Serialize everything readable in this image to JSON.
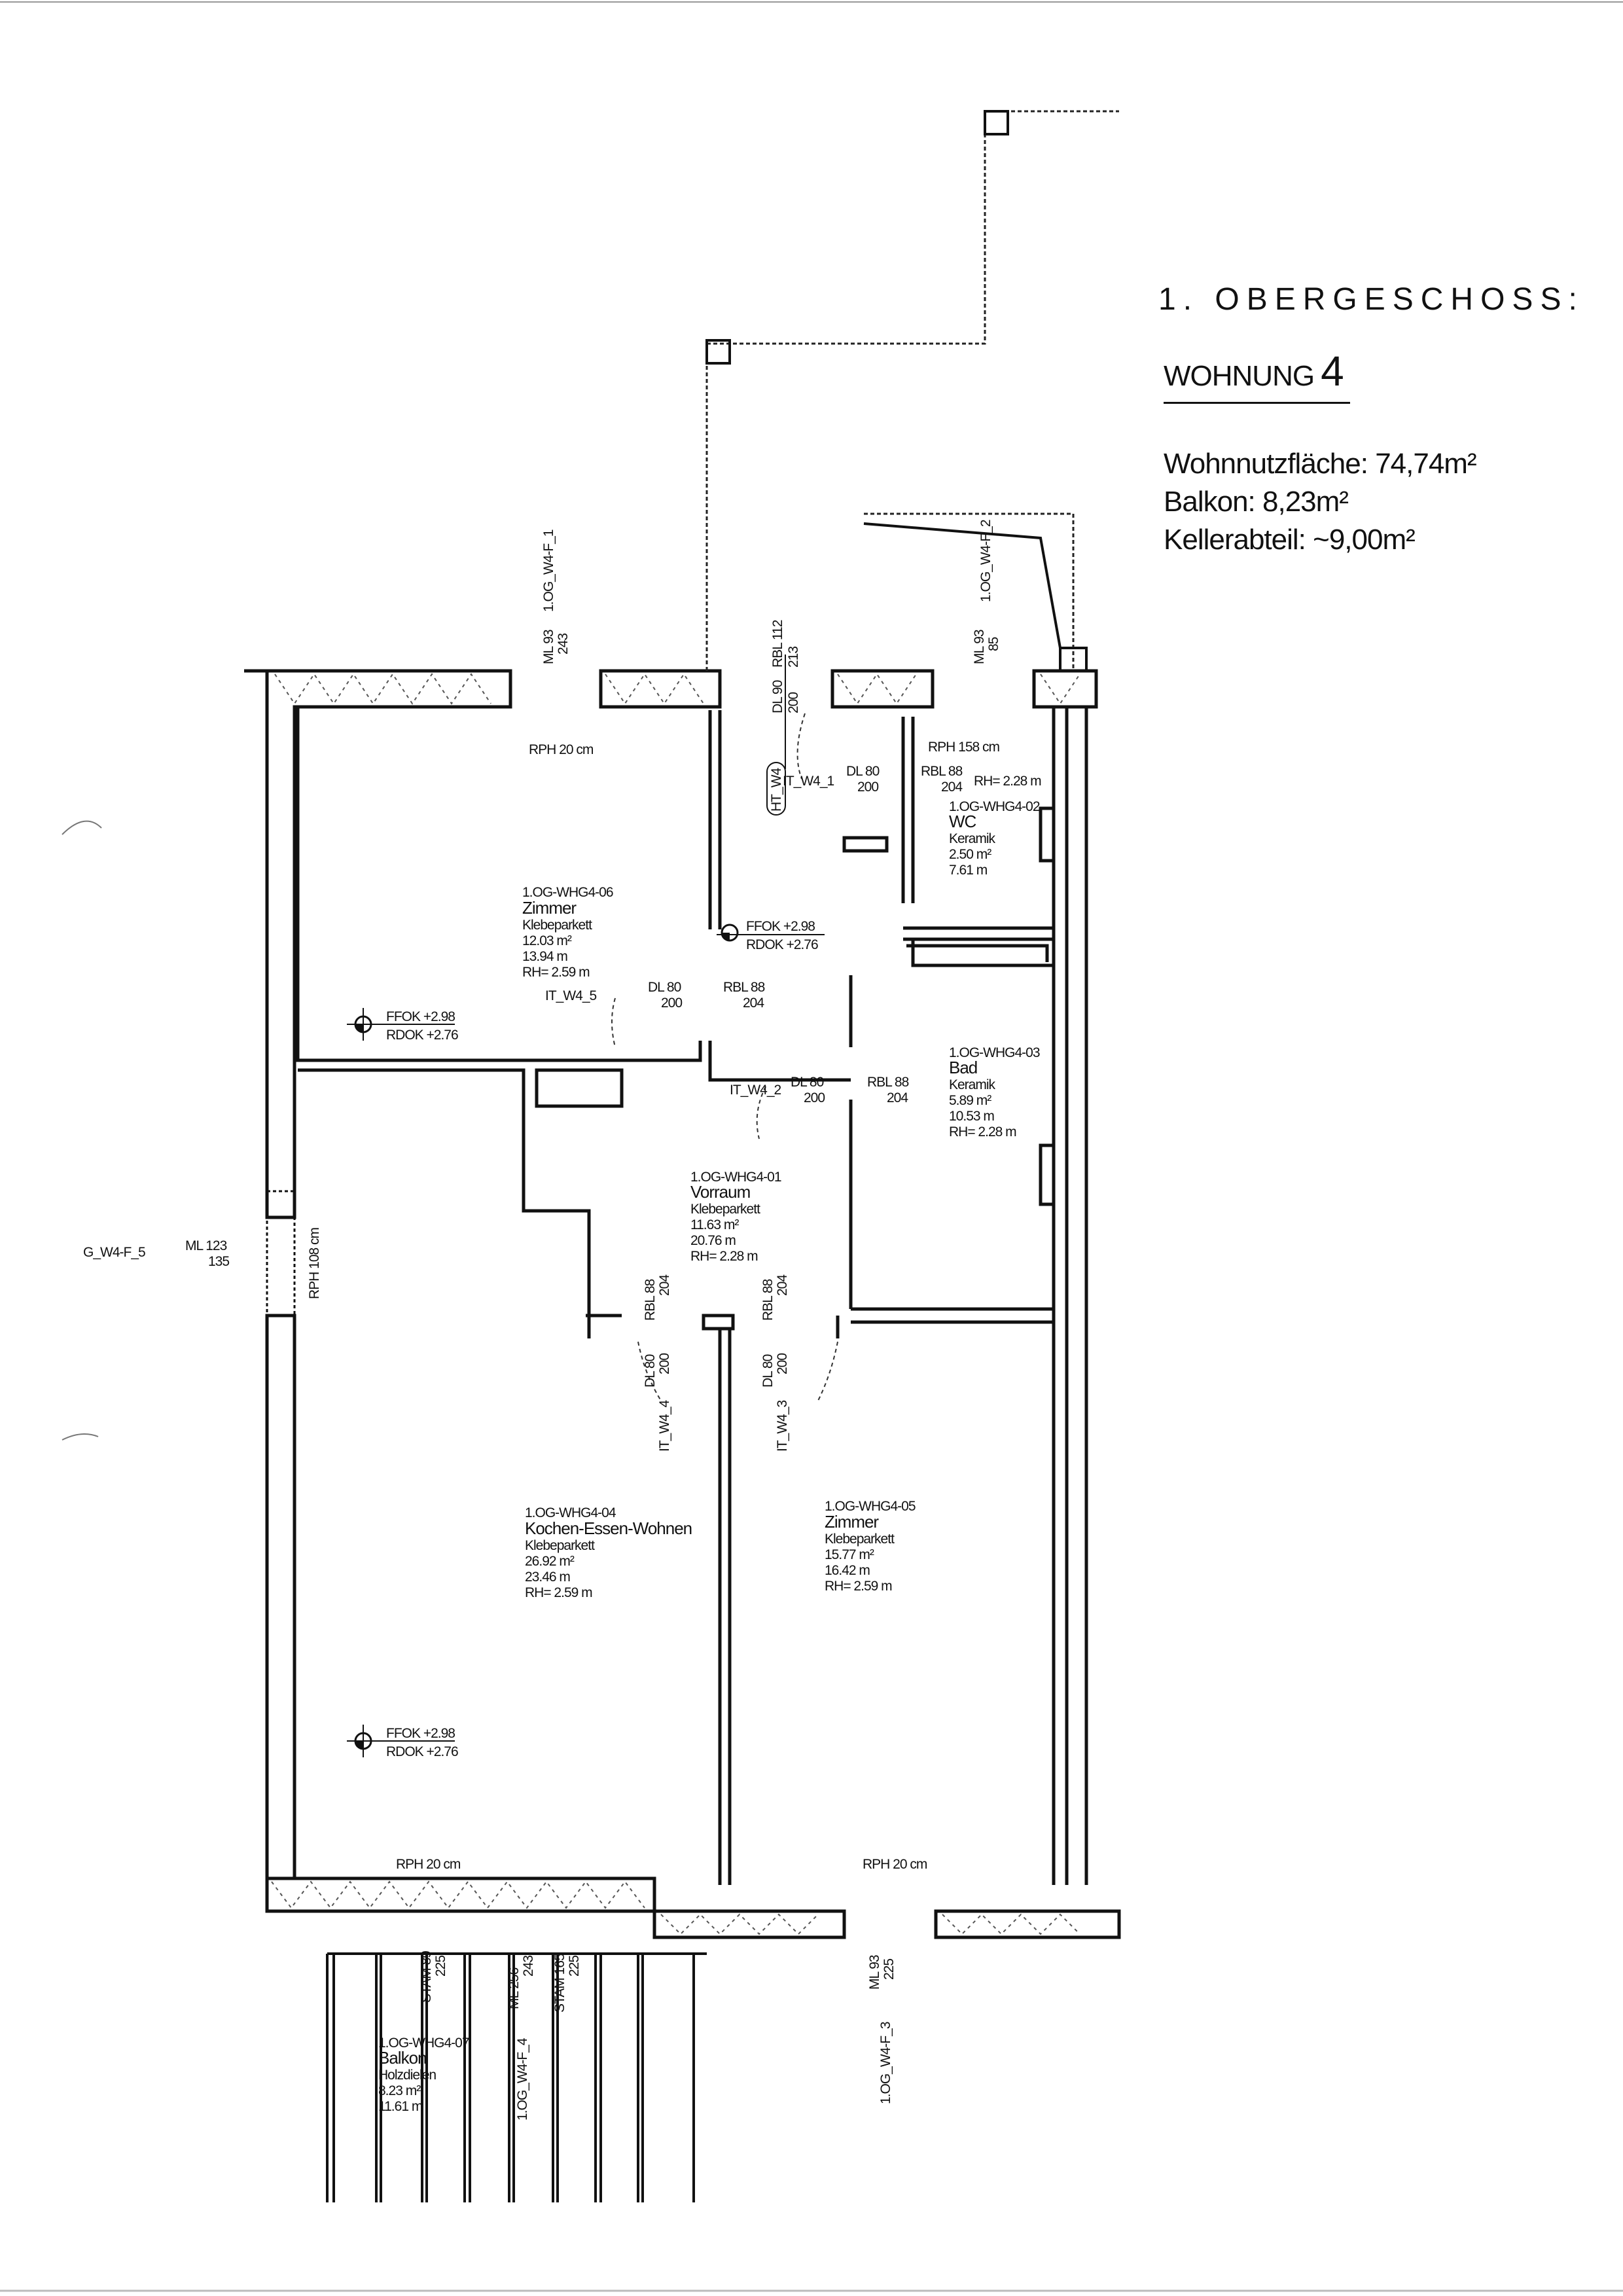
{
  "title_block": {
    "floor": "1. OBERGESCHOSS:",
    "unit_label": "WOHNUNG",
    "unit_number": "4",
    "areas": [
      {
        "label": "Wohnnutzfläche:",
        "value": "74,74m²"
      },
      {
        "label": "Balkon:",
        "value": "8,23m²"
      },
      {
        "label": "Kellerabteil:",
        "value": "~9,00m²"
      }
    ]
  },
  "rooms": [
    {
      "id": "1.OG-WHG4-06",
      "name": "Zimmer",
      "floor": "Klebeparkett",
      "area": "12.03 m²",
      "perimeter": "13.94 m",
      "height": "RH= 2.59 m"
    },
    {
      "id": "1.OG-WHG4-02",
      "name": "WC",
      "floor": "Keramik",
      "area": "2.50 m²",
      "perimeter": "7.61 m",
      "height": "RH= 2.28 m"
    },
    {
      "id": "1.OG-WHG4-03",
      "name": "Bad",
      "floor": "Keramik",
      "area": "5.89 m²",
      "perimeter": "10.53 m",
      "height": "RH= 2.28 m"
    },
    {
      "id": "1.OG-WHG4-01",
      "name": "Vorraum",
      "floor": "Klebeparkett",
      "area": "11.63 m²",
      "perimeter": "20.76 m",
      "height": "RH= 2.28 m"
    },
    {
      "id": "1.OG-WHG4-04",
      "name": "Kochen-Essen-Wohnen",
      "floor": "Klebeparkett",
      "area": "26.92 m²",
      "perimeter": "23.46 m",
      "height": "RH= 2.59 m"
    },
    {
      "id": "1.OG-WHG4-05",
      "name": "Zimmer",
      "floor": "Klebeparkett",
      "area": "15.77 m²",
      "perimeter": "16.42 m",
      "height": "RH= 2.59 m"
    },
    {
      "id": "1.OG-WHG4-07",
      "name": "Balkon",
      "floor": "Holzdielen",
      "area": "8.23 m²",
      "perimeter": "11.61 m"
    }
  ],
  "annotations": {
    "rph_20": "RPH 20 cm",
    "rph_158": "RPH 158 cm",
    "rph_108": "RPH 108 cm",
    "ffok": "FFOK +2.98",
    "rdok": "RDOK +2.76",
    "wc_rh": "RH= 2.28 m",
    "doors": {
      "dl80": "DL 80",
      "dl90": "DL 90",
      "h200": "200",
      "rbl88": "RBL 88",
      "rbl112": "RBL 112",
      "h204": "204",
      "h213": "213"
    },
    "windows": {
      "ml93": "ML 93",
      "ml123": "ML 123",
      "ml256": "ML 256",
      "h243": "243",
      "h85": "85",
      "h135": "135",
      "h225": "225",
      "stam89": "STAM 89",
      "stam165": "STAM 165"
    },
    "tags": {
      "f1": "1.OG_W4-F_1",
      "f2": "1.OG_W4-F_2",
      "f3": "1.OG_W4-F_3",
      "f4": "1.OG_W4-F_4",
      "g5": "G_W4-F_5",
      "ht": "HT_W4",
      "it1": "IT_W4_1",
      "it2": "IT_W4_2",
      "it3": "IT_W4_3",
      "it4": "IT_W4_4",
      "it5": "IT_W4_5"
    }
  }
}
